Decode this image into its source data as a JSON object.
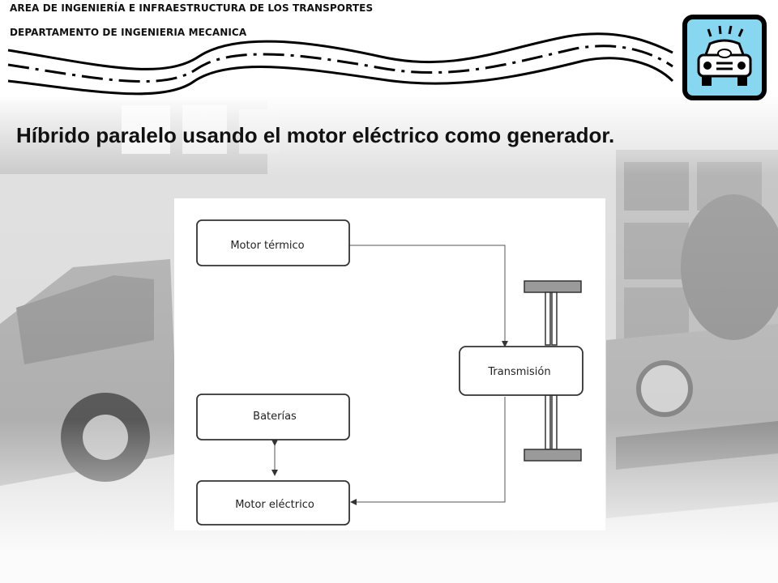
{
  "header": {
    "area": "AREA DE INGENIERÍA E INFRAESTRUCTURA DE LOS TRANSPORTES",
    "department": "DEPARTAMENTO DE INGENIERIA MECANICA"
  },
  "title": "Híbrido paralelo usando el motor eléctrico como generador.",
  "diagram": {
    "nodes": {
      "motor_termico": "Motor térmico",
      "baterias": "Baterías",
      "motor_electrico": "Motor eléctrico",
      "transmision": "Transmisión"
    },
    "edges": [
      {
        "from": "Motor térmico",
        "to": "Transmisión",
        "direction": "forward"
      },
      {
        "from": "Transmisión",
        "to": "Motor eléctrico",
        "direction": "forward"
      },
      {
        "from": "Baterías",
        "to": "Motor eléctrico",
        "direction": "both"
      }
    ]
  },
  "colors": {
    "logo_fill": "#87d7f0",
    "axle_gray": "#9a9a9a",
    "box_stroke": "#333333"
  },
  "icons": {
    "logo": "car-headlights-icon"
  }
}
